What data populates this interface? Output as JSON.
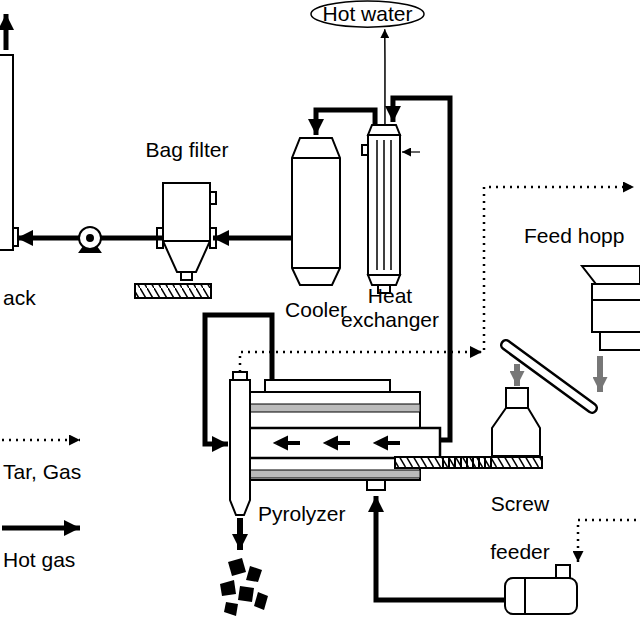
{
  "diagram": {
    "nodes": [
      {
        "text": [
          "Hot water"
        ]
      },
      {
        "text": [
          "ack"
        ]
      },
      {
        "text": [
          "Bag filter"
        ]
      },
      {
        "text": [
          "Cooler"
        ]
      },
      {
        "text": [
          "Heat exchanger"
        ]
      },
      {
        "text": [
          "Feed hopp"
        ]
      },
      {
        "text": [
          "Pyrolyzer"
        ]
      },
      {
        "text": [
          "Screw feeder"
        ]
      }
    ],
    "edges": [
      {
        "from": 6,
        "to": 4,
        "arrow": "to"
      },
      {
        "from": 4,
        "to": 3,
        "arrow": "to"
      },
      {
        "from": 4,
        "to": 0,
        "arrow": "to"
      },
      {
        "from": 3,
        "to": 2,
        "arrow": "to"
      },
      {
        "from": 2,
        "to": 1,
        "arrow": "to"
      },
      {
        "from": 7,
        "to": 6,
        "arrow": "none"
      }
    ],
    "legend": [
      {
        "text": "Tar, Gas"
      },
      {
        "text": "Hot gas"
      }
    ]
  }
}
